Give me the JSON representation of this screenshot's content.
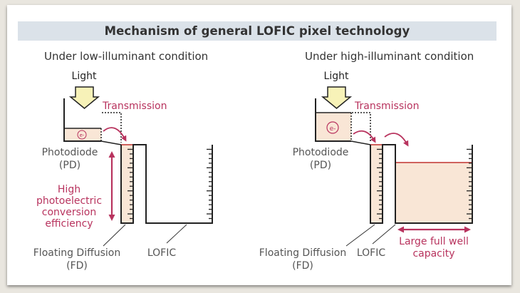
{
  "title": "Mechanism of general LOFIC pixel technology",
  "colors": {
    "accent": "#b8335e",
    "fill": "#f9e6d6",
    "light_arrow": "#f7f2b8",
    "title_bg": "#dbe2e9",
    "line": "#222222",
    "label_gray": "#555555",
    "level_red": "#c0322f"
  },
  "panels": [
    {
      "heading": "Under low-illuminant condition",
      "light_label": "Light",
      "transmission_label": "Transmission",
      "electron_label": "e-",
      "pd_label_line1": "Photodiode",
      "pd_label_line2": "(PD)",
      "efficiency_lines": [
        "High",
        "photoelectric",
        "conversion",
        "efficiency"
      ],
      "fd_label_line1": "Floating Diffusion",
      "fd_label_line2": "(FD)",
      "lofic_label": "LOFIC"
    },
    {
      "heading": "Under high-illuminant condition",
      "light_label": "Light",
      "transmission_label": "Transmission",
      "electron_label": "e-",
      "pd_label_line1": "Photodiode",
      "pd_label_line2": "(PD)",
      "fd_label_line1": "Floating Diffusion",
      "fd_label_line2": "(FD)",
      "lofic_label": "LOFIC",
      "capacity_lines": [
        "Large full well",
        "capacity"
      ]
    }
  ]
}
